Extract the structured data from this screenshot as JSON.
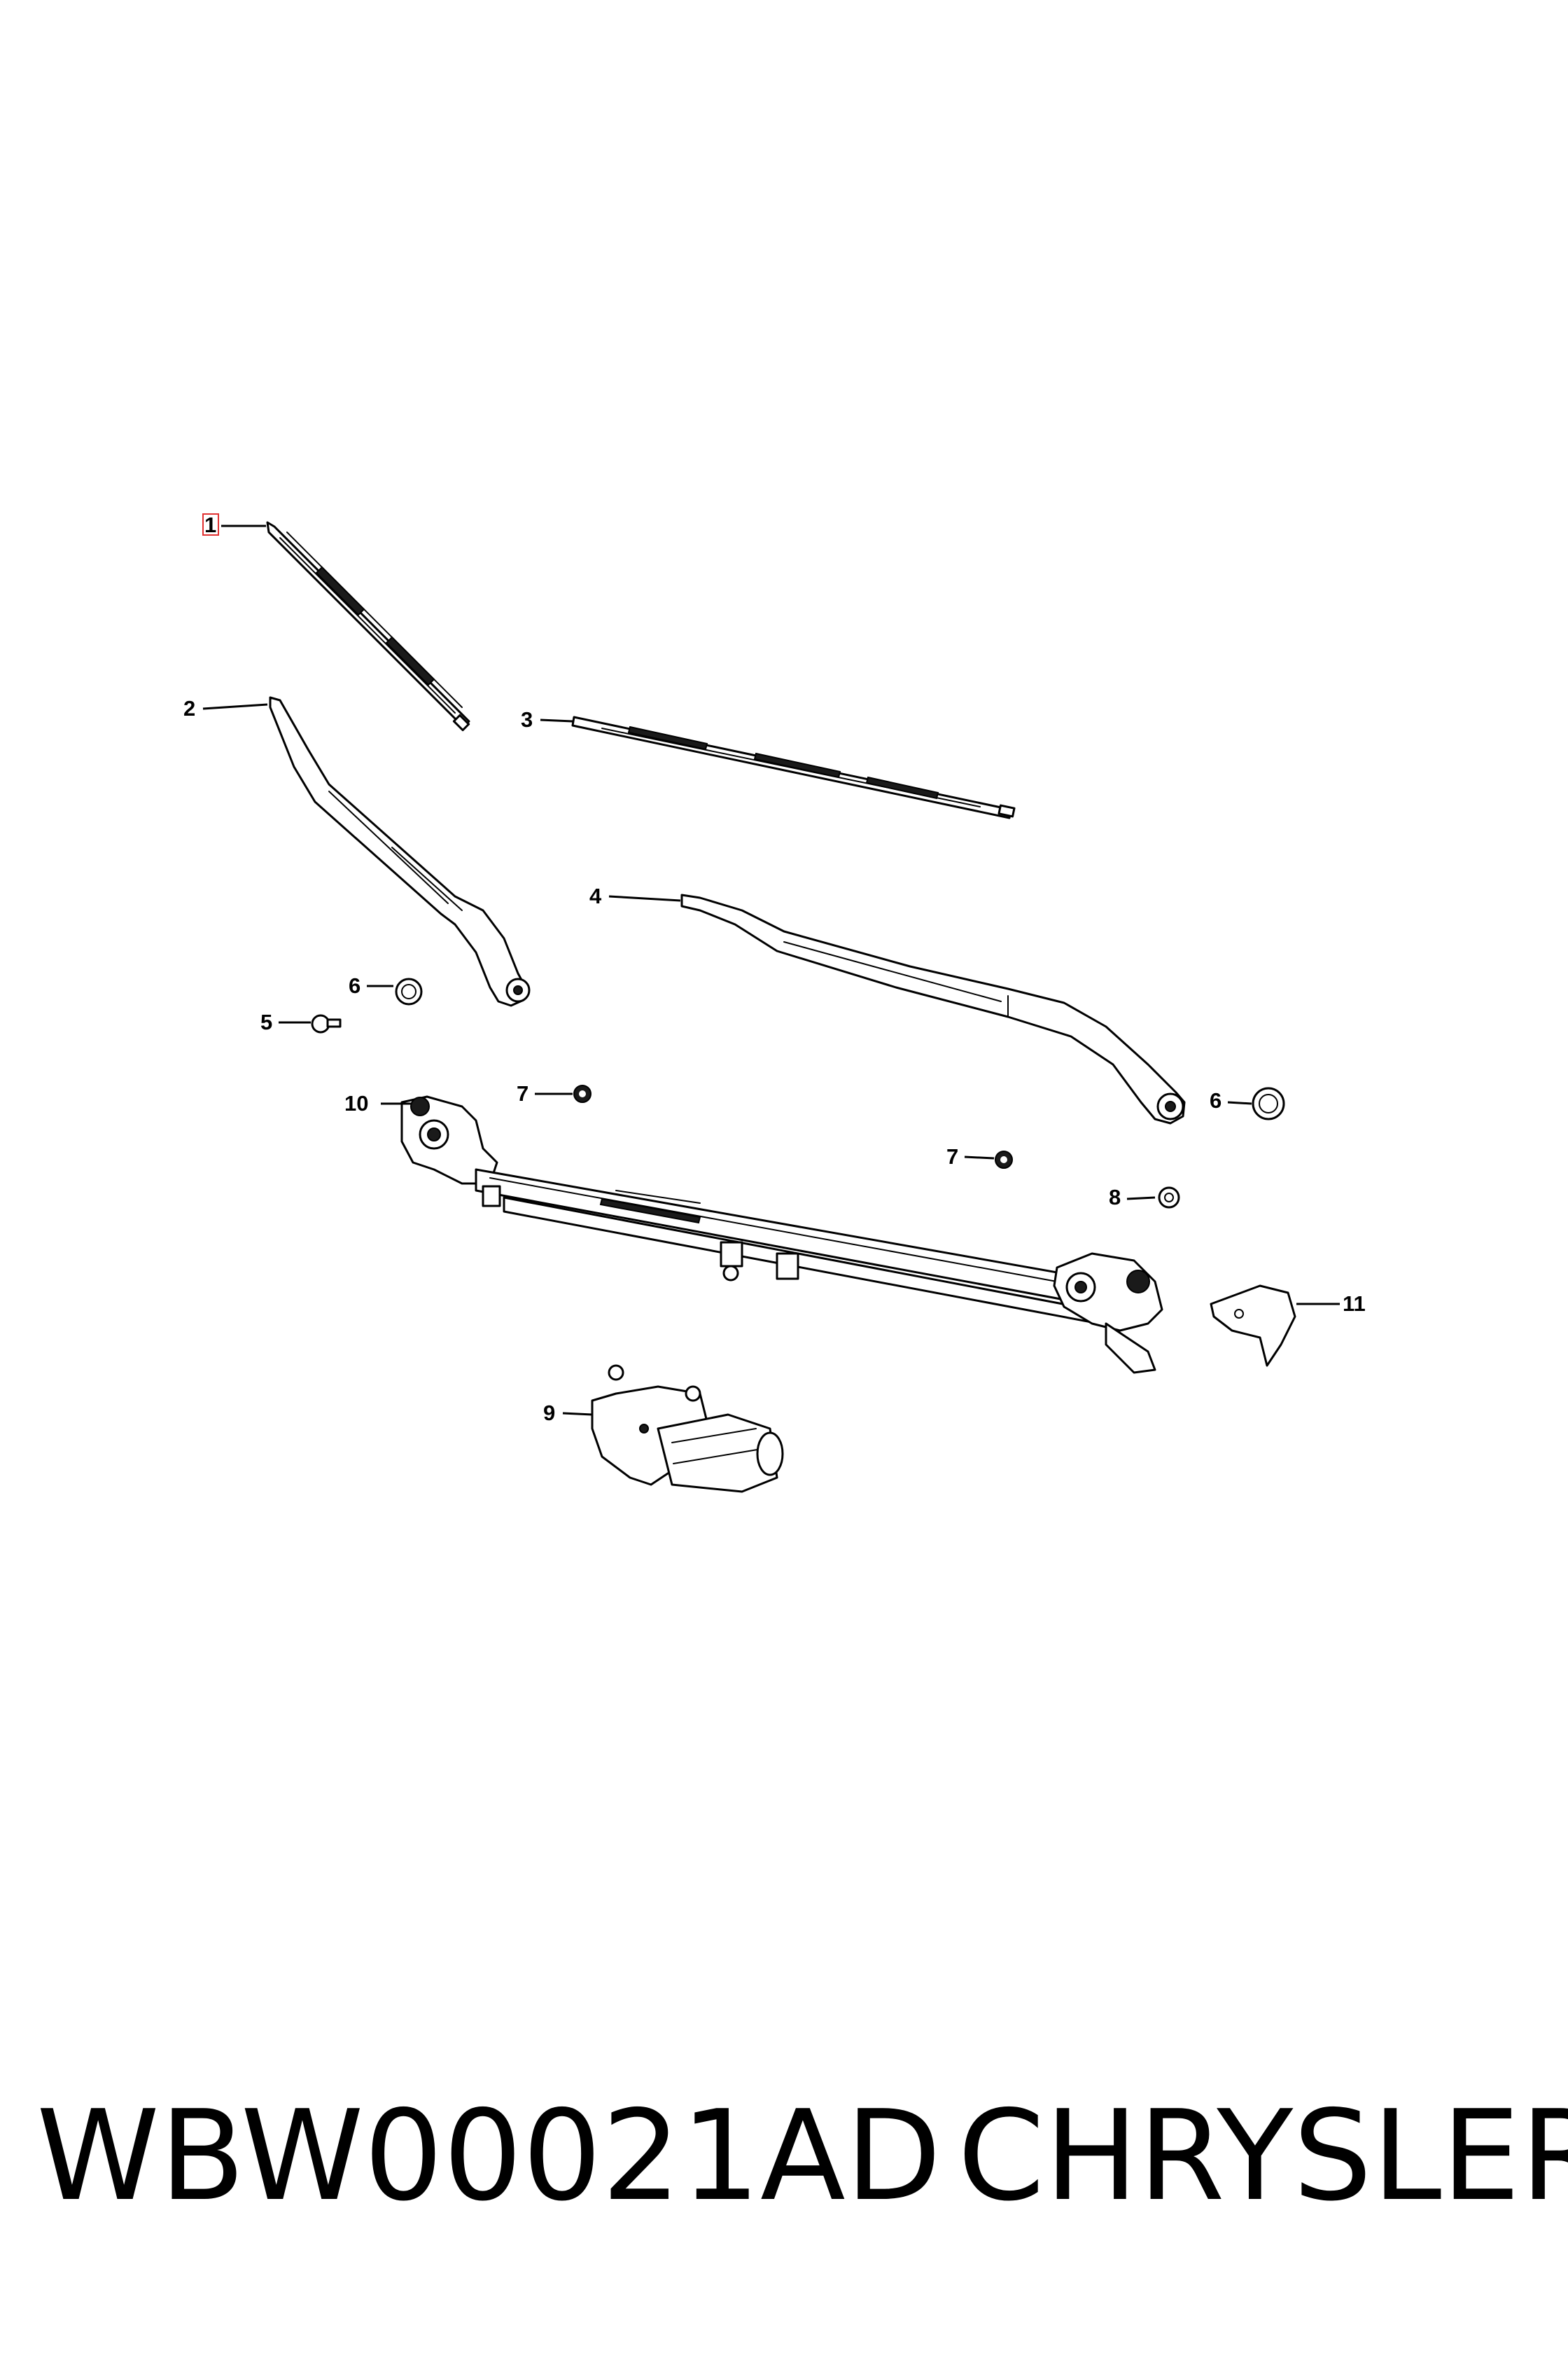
{
  "callouts": {
    "c1": "1",
    "c2": "2",
    "c3": "3",
    "c4": "4",
    "c5": "5",
    "c6a": "6",
    "c6b": "6",
    "c7a": "7",
    "c7b": "7",
    "c8": "8",
    "c9": "9",
    "c10": "10",
    "c11": "11"
  },
  "footer": {
    "part_number": "WBW00021AD",
    "brand": "CHRYSLER"
  },
  "colors": {
    "highlight": "#e03030"
  }
}
